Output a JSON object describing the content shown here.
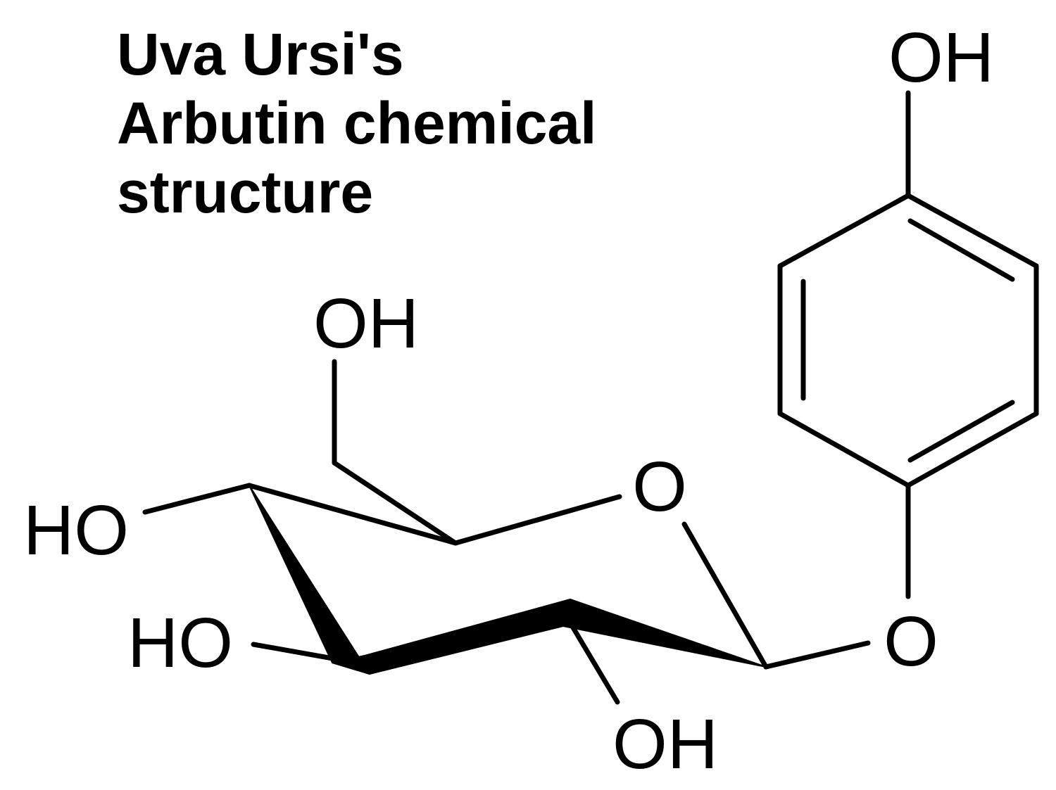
{
  "title_lines": [
    "Uva Ursi's",
    "Arbutin chemical",
    "structure"
  ],
  "labels": {
    "phenol_oh": "OH",
    "c6_oh": "OH",
    "c4_ho": "HO",
    "c3_ho": "HO",
    "c2_oh": "OH",
    "ring_o": "O",
    "glycosidic_o": "O"
  },
  "colors": {
    "ink": "#000000",
    "background": "#ffffff"
  }
}
